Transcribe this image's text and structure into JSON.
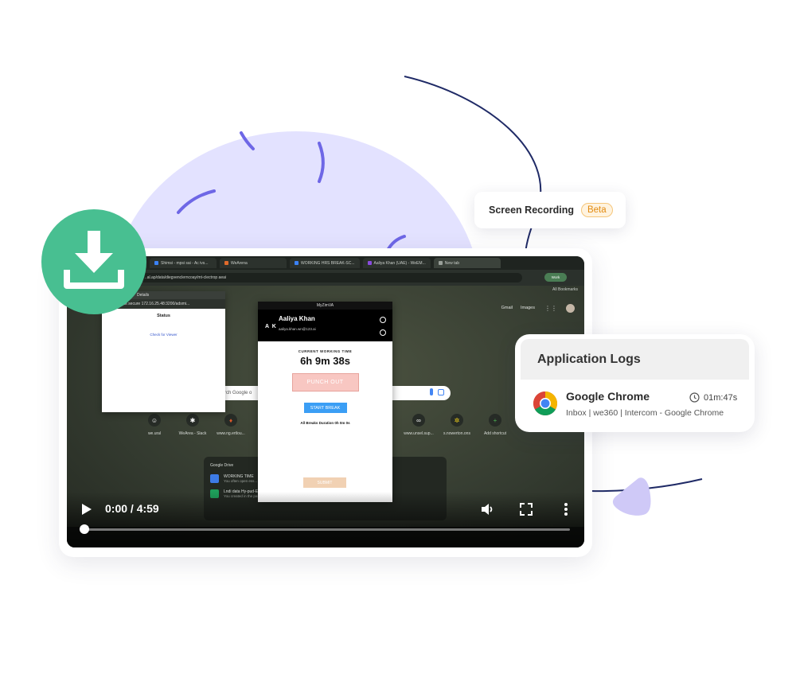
{
  "screen_recording": {
    "label": "Screen Recording",
    "badge": "Beta"
  },
  "application_logs": {
    "title": "Application Logs",
    "app_name": "Google Chrome",
    "duration": "01m:47s",
    "detail": "Inbox | we360 | Intercom - Google Chrome"
  },
  "video": {
    "time": "0:00 / 4:59",
    "progress": 0.0
  },
  "recording": {
    "tabs": [
      "Shimsi - mpsi sai - Ac ivs...",
      "WeArena",
      "WORKING HRS BREAK-SC...",
      "Aaliya Khan (UAE) - WeEM...",
      "New tab"
    ],
    "address": "..al.ap/data/diegvenclerncoay/mt-clectrop aeai",
    "profile_pill": "Work",
    "bookmarks": "All Bookmarks",
    "google_links": [
      "Gmail",
      "Images"
    ],
    "search_text": "rch Google o",
    "shortcuts": [
      {
        "label": "we.ural",
        "glyph": "☺"
      },
      {
        "label": "WeArea - Slack",
        "glyph": "✱"
      },
      {
        "label": "www.ng.ertlou...",
        "glyph": "♦"
      },
      {
        "label": "www.unsel.sup...",
        "glyph": "∞"
      },
      {
        "label": "s.nowerton.ons",
        "glyph": "✲"
      },
      {
        "label": "Add shortcut",
        "glyph": "+"
      }
    ],
    "drive": {
      "title": "Google Drive",
      "items": [
        {
          "name": "WORKING TIME",
          "sub": "You often open ess..."
        },
        {
          "name": "Lndi data Hy-pud-Exped",
          "sub": "You created in the past week"
        }
      ]
    },
    "popup": {
      "title": "Details",
      "address": "Not secure  172.16.25.48:3200/adsmi...",
      "status": "Status",
      "link": "Check for Viewer"
    },
    "app_window": {
      "title": "MyZimVA",
      "initials": "A K",
      "user_name": "Aaliya Khan",
      "user_email": "aaliya.khan.wn@123.ai",
      "label": "CURRENT WORKING TIME",
      "time": "6h 9m 38s",
      "punch_out": "PUNCH OUT",
      "start_break": "START BREAK",
      "break_total": "All Breaks Duration 0h 0m 0s",
      "submit": "SUBMIT"
    }
  },
  "colors": {
    "download_green": "#48bf91",
    "blob_lavender": "#e3e2ff",
    "squiggle_purple": "#6e67e6",
    "line_navy": "#1f2a66",
    "beta_orange": "#e28b12"
  }
}
